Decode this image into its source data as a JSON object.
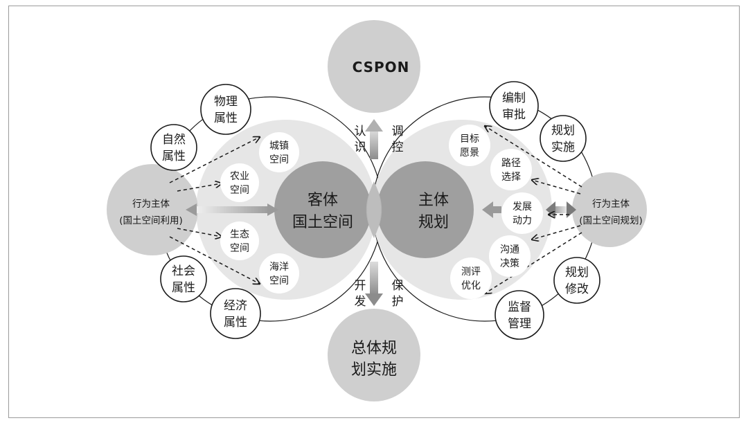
{
  "top_node": "CSPON",
  "bottom_node": [
    "总体规",
    "划实施"
  ],
  "object_core": [
    "客体",
    "国土空间"
  ],
  "subject_core": [
    "主体",
    "规划"
  ],
  "left_actor": [
    "行为主体",
    "(国土空间利用)"
  ],
  "right_actor": [
    "行为主体",
    "(国土空间规划)"
  ],
  "left_attributes": {
    "physical": [
      "物理",
      "属性"
    ],
    "natural": [
      "自然",
      "属性"
    ],
    "social": [
      "社会",
      "属性"
    ],
    "economic": [
      "经济",
      "属性"
    ]
  },
  "left_spaces": {
    "urban": [
      "城镇",
      "空间"
    ],
    "agri": [
      "农业",
      "空间"
    ],
    "eco": [
      "生态",
      "空间"
    ],
    "ocean": [
      "海洋",
      "空间"
    ]
  },
  "right_stages": {
    "compile": [
      "编制",
      "审批"
    ],
    "implement": [
      "规划",
      "实施"
    ],
    "modify": [
      "规划",
      "修改"
    ],
    "supervise": [
      "监督",
      "管理"
    ]
  },
  "right_elements": {
    "goal": [
      "目标",
      "愿景"
    ],
    "path": [
      "路径",
      "选择"
    ],
    "power": [
      "发展",
      "动力"
    ],
    "comm": [
      "沟通",
      "决策"
    ],
    "eval": [
      "测评",
      "优化"
    ]
  },
  "arrow_labels": {
    "recognize": [
      "认",
      "识"
    ],
    "regulate": [
      "调",
      "控"
    ],
    "develop": [
      "开",
      "发"
    ],
    "protect": [
      "保",
      "护"
    ]
  },
  "colors": {
    "large_circle": "#e6e6e6",
    "core_circle": "#9f9f9f",
    "node_circle": "#cfcfcf",
    "stroke": "#1a1a1a"
  }
}
